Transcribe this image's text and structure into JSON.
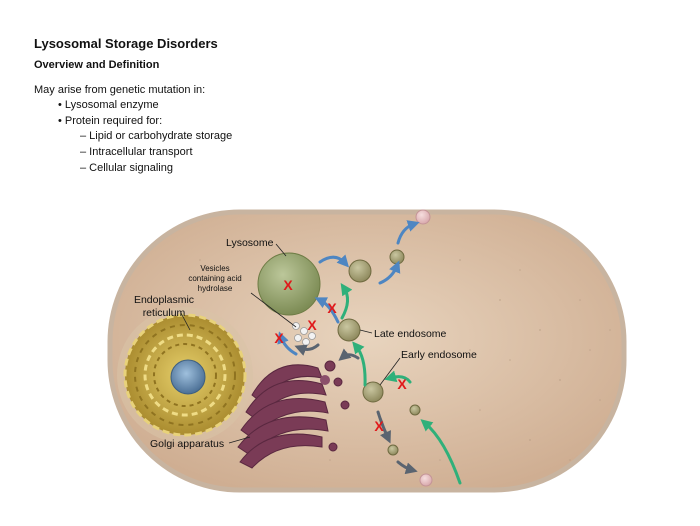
{
  "header": {
    "title": "Lysosomal Storage Disorders",
    "subtitle": "Overview and Definition"
  },
  "content": {
    "intro": "May arise from genetic mutation in:",
    "bullets": [
      {
        "text": "• Lysosomal enzyme"
      },
      {
        "text": "• Protein required for:"
      }
    ],
    "sub_bullets": [
      {
        "text": "– Lipid or carbohydrate storage"
      },
      {
        "text": "– Intracellular transport"
      },
      {
        "text": "– Cellular signaling"
      }
    ]
  },
  "diagram": {
    "labels": {
      "lysosome": "Lysosome",
      "vesicles_line1": "Vesicles",
      "vesicles_line2": "containing acid",
      "vesicles_line3": "hydrolase",
      "er_line1": "Endoplasmic",
      "er_line2": "reticulum",
      "late_endosome": "Late endosome",
      "early_endosome": "Early endosome",
      "golgi": "Golgi apparatus"
    },
    "block_marker": "X",
    "colors": {
      "cell_fill": "#dcc0a5",
      "cell_border": "#c8b4a0",
      "lysosome": "#a3b07d",
      "golgi": "#7a3b56",
      "er": "#caa93a",
      "nucleus": "#6f93b7",
      "arrow_blue": "#4e86c2",
      "arrow_green": "#2fb07a",
      "arrow_gray": "#5a6470",
      "block_red": "#e0191b"
    }
  }
}
